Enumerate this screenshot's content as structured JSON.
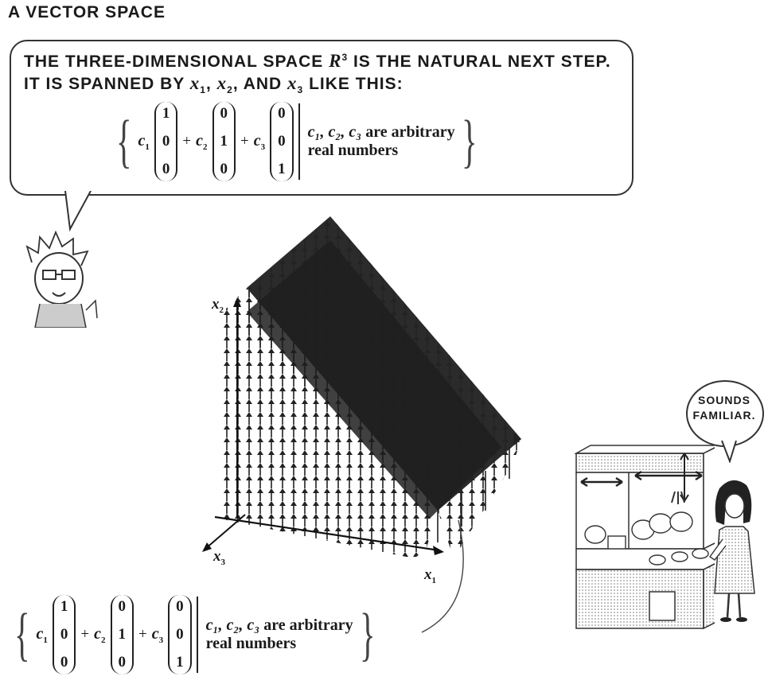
{
  "heading": "A VECTOR SPACE",
  "speech_main": {
    "line1_prefix": "THE THREE-DIMENSIONAL SPACE ",
    "line1_math": "R",
    "line1_sup": "3",
    "line1_suffix": " IS THE NATURAL NEXT STEP.",
    "line2_prefix": "IT IS SPANNED BY ",
    "x1": "x",
    "x1_sub": "1",
    "sep1": ", ",
    "x2": "x",
    "x2_sub": "2",
    "sep2": ", AND ",
    "x3": "x",
    "x3_sub": "3",
    "line2_suffix": " LIKE THIS:"
  },
  "set_expression": {
    "c1": "c",
    "c1_sub": "1",
    "c2": "c",
    "c2_sub": "2",
    "c3": "c",
    "c3_sub": "3",
    "plus": "+",
    "e1": [
      "1",
      "0",
      "0"
    ],
    "e2": [
      "0",
      "1",
      "0"
    ],
    "e3": [
      "0",
      "0",
      "1"
    ],
    "condition_vars": "c₁, c₂, c₃",
    "condition_text1": " are arbitrary",
    "condition_text2": "real numbers",
    "brace_open": "{",
    "brace_close": "}"
  },
  "axes": {
    "x1_label": "x",
    "x1_sub": "1",
    "x2_label": "x",
    "x2_sub": "2",
    "x3_label": "x",
    "x3_sub": "3"
  },
  "speech_small": {
    "line1": "SOUNDS",
    "line2": "FAMILIAR."
  }
}
